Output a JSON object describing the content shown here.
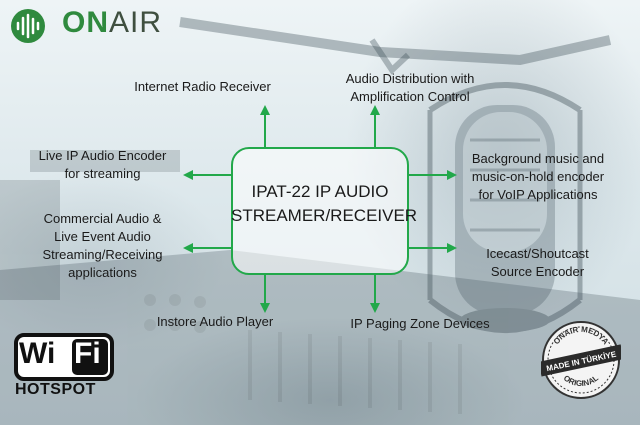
{
  "brand": {
    "logo_on": "ON",
    "logo_air": "AIR"
  },
  "center": {
    "title": "IPAT-22 IP AUDIO\nSTREAMER/RECEIVER",
    "border_color": "#22a84a"
  },
  "applications": [
    {
      "id": "internet-radio",
      "label": "Internet Radio Receiver"
    },
    {
      "id": "audio-distribution",
      "label": "Audio Distribution with\nAmplification Control"
    },
    {
      "id": "live-encoder",
      "label": "Live IP Audio Encoder\nfor streaming"
    },
    {
      "id": "background-music",
      "label": "Background music and\nmusic-on-hold encoder\nfor VoIP Applications"
    },
    {
      "id": "commercial-audio",
      "label": "Commercial Audio &\nLive Event Audio\nStreaming/Receiving\napplications"
    },
    {
      "id": "icecast",
      "label": "Icecast/Shoutcast\nSource Encoder"
    },
    {
      "id": "instore-player",
      "label": "Instore Audio Player"
    },
    {
      "id": "paging-zone",
      "label": "IP Paging Zone Devices"
    }
  ],
  "wifi": {
    "wi": "Wi",
    "fi": "Fi",
    "hotspot": "HOTSPOT"
  },
  "badge": {
    "top": "ONAIR MEDYA",
    "middle": "MADE IN TÜRKİYE",
    "bottom": "ORIGINAL"
  },
  "colors": {
    "accent_green": "#22a84a",
    "logo_green": "#2f8a3e"
  }
}
